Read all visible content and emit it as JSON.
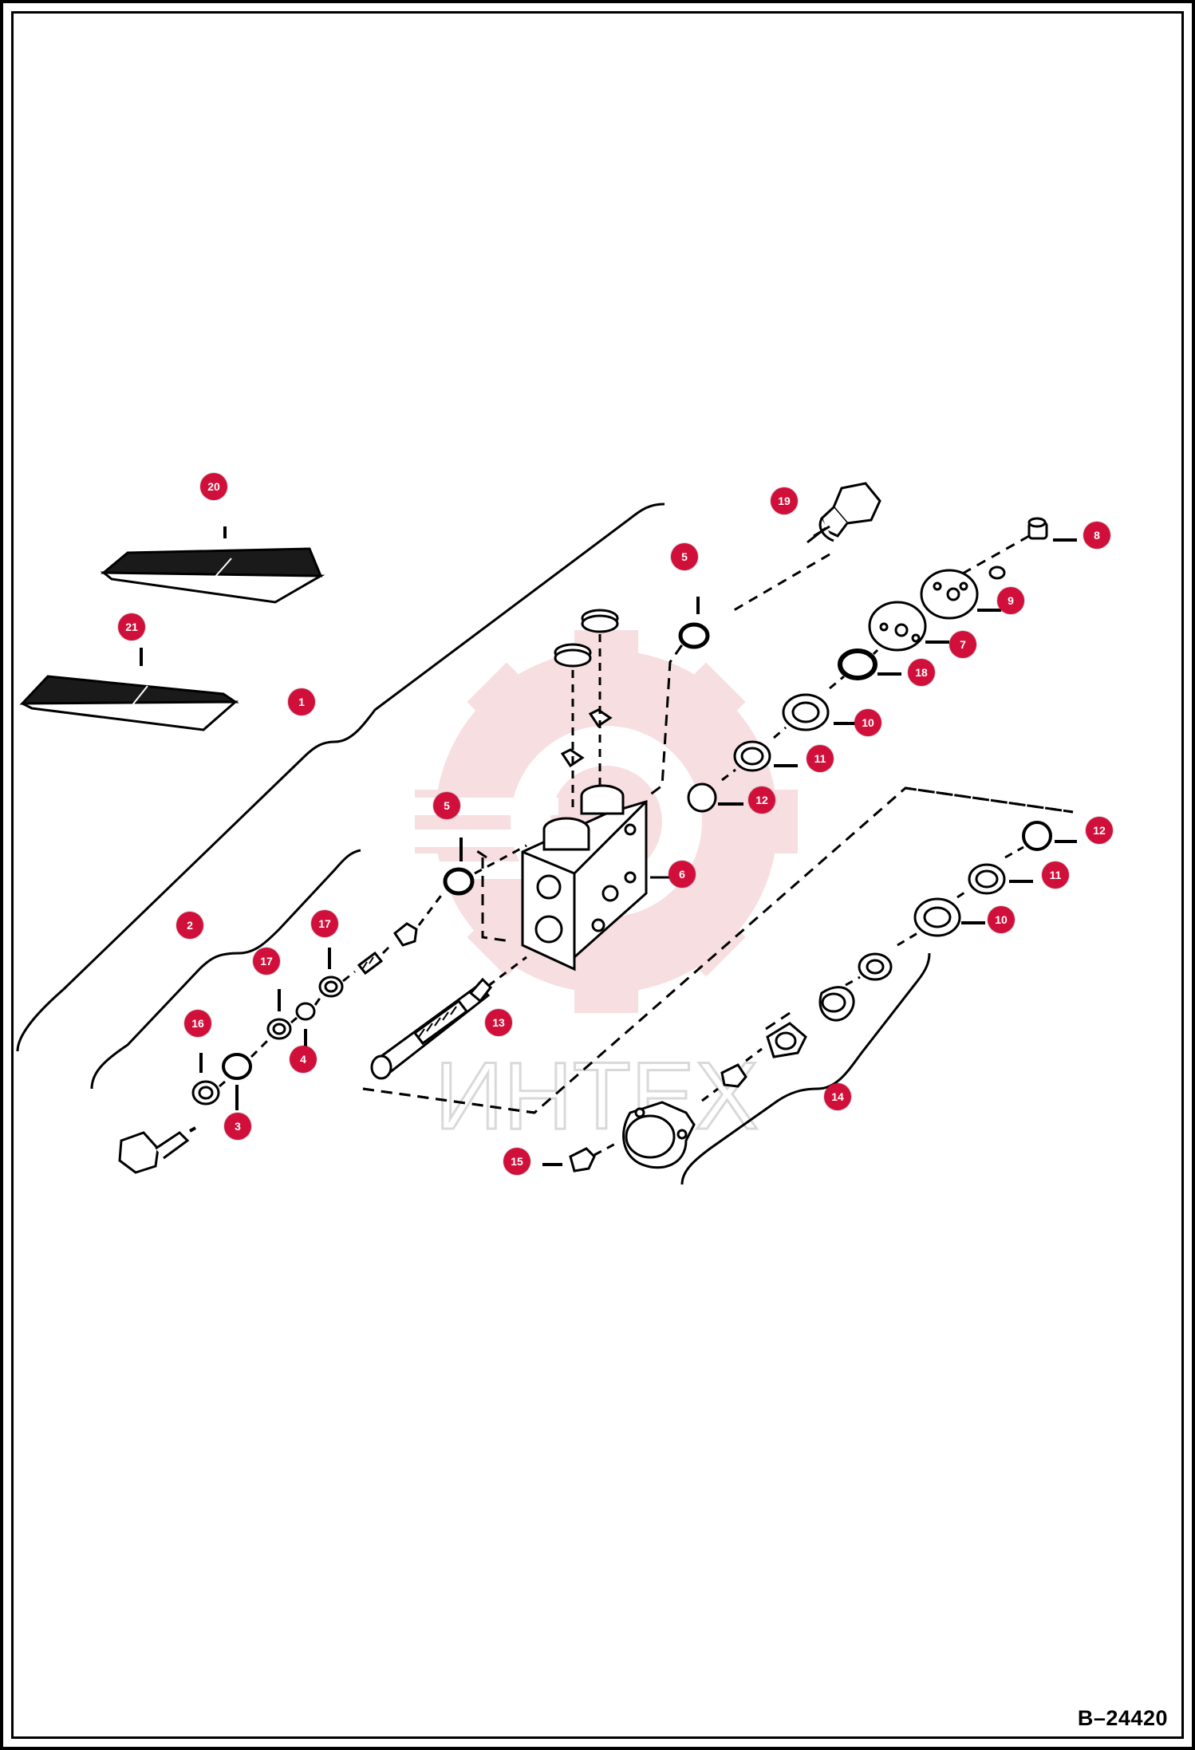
{
  "drawing_code": "B–24420",
  "watermark_text": "ИНТЕХ",
  "colors": {
    "callout": "#d0103a",
    "watermark": "#f2c4c8",
    "line": "#000000"
  },
  "callouts": [
    {
      "id": "c20",
      "number": "20"
    },
    {
      "id": "c21",
      "number": "21"
    },
    {
      "id": "c1",
      "number": "1"
    },
    {
      "id": "c2",
      "number": "2"
    },
    {
      "id": "c3",
      "number": "3"
    },
    {
      "id": "c4",
      "number": "4"
    },
    {
      "id": "c5a",
      "number": "5"
    },
    {
      "id": "c5b",
      "number": "5"
    },
    {
      "id": "c6",
      "number": "6"
    },
    {
      "id": "c7",
      "number": "7"
    },
    {
      "id": "c8",
      "number": "8"
    },
    {
      "id": "c9",
      "number": "9"
    },
    {
      "id": "c10a",
      "number": "10"
    },
    {
      "id": "c10b",
      "number": "10"
    },
    {
      "id": "c11a",
      "number": "11"
    },
    {
      "id": "c11b",
      "number": "11"
    },
    {
      "id": "c12a",
      "number": "12"
    },
    {
      "id": "c12b",
      "number": "12"
    },
    {
      "id": "c13",
      "number": "13"
    },
    {
      "id": "c14",
      "number": "14"
    },
    {
      "id": "c15",
      "number": "15"
    },
    {
      "id": "c16",
      "number": "16"
    },
    {
      "id": "c17a",
      "number": "17"
    },
    {
      "id": "c17b",
      "number": "17"
    },
    {
      "id": "c18",
      "number": "18"
    },
    {
      "id": "c19",
      "number": "19"
    }
  ]
}
